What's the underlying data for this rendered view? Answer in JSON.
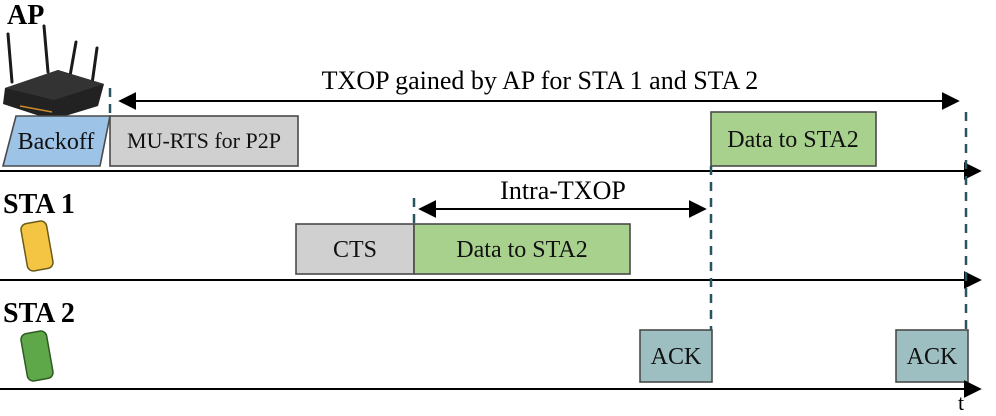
{
  "stations": {
    "ap": {
      "label": "AP"
    },
    "sta1": {
      "label": "STA 1"
    },
    "sta2": {
      "label": "STA 2"
    }
  },
  "spans": {
    "txop": {
      "label": "TXOP gained by AP for STA 1 and STA 2"
    },
    "intra_txop": {
      "label": "Intra-TXOP"
    }
  },
  "frames": {
    "backoff": {
      "label": "Backoff",
      "color": "#9dc3e6"
    },
    "mu_rts": {
      "label": "MU-RTS for P2P",
      "color": "#d0d0d0"
    },
    "ap_data": {
      "label": "Data to STA2",
      "color": "#a9d18e"
    },
    "cts": {
      "label": "CTS",
      "color": "#d0d0d0"
    },
    "sta1_data": {
      "label": "Data to STA2",
      "color": "#a9d18e"
    },
    "ack1": {
      "label": "ACK",
      "color": "#9ebfc1"
    },
    "ack2": {
      "label": "ACK",
      "color": "#9ebfc1"
    }
  },
  "axis": {
    "time_label": "t"
  },
  "colors": {
    "dashed_marker": "#2a5560",
    "phone_sta1": "#f4c542",
    "phone_sta2": "#5fa84a"
  },
  "icons": {
    "ap": "router-icon",
    "sta1": "phone-icon",
    "sta2": "phone-icon"
  }
}
